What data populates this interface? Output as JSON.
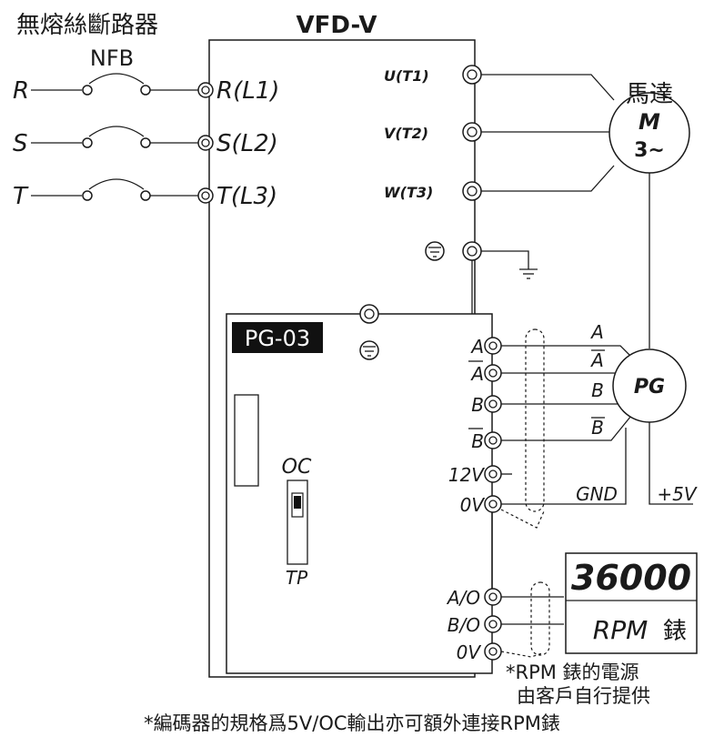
{
  "breaker": {
    "label_cn": "無熔絲斷路器",
    "label_en": "NFB"
  },
  "drive": {
    "title": "VFD-V"
  },
  "inputs": [
    {
      "line": "R",
      "terminal": "R(L1)"
    },
    {
      "line": "S",
      "terminal": "S(L2)"
    },
    {
      "line": "T",
      "terminal": "T(L3)"
    }
  ],
  "outputs": [
    {
      "terminal": "U(T1)"
    },
    {
      "terminal": "V(T2)"
    },
    {
      "terminal": "W(T3)"
    }
  ],
  "motor": {
    "label": "馬達",
    "symbol": "M",
    "phase": "3~"
  },
  "pg_card": {
    "name": "PG-03",
    "switch_top": "OC",
    "switch_bottom": "TP",
    "terminals": [
      "A",
      "A",
      "B",
      "B",
      "12V",
      "0V"
    ],
    "overlined": [
      false,
      true,
      false,
      true,
      false,
      false
    ],
    "out_terminals": [
      "A/O",
      "B/O",
      "0V"
    ]
  },
  "encoder": {
    "name": "PG",
    "signals": [
      "A",
      "A",
      "B",
      "B"
    ],
    "overlined": [
      false,
      true,
      false,
      true
    ],
    "gnd": "GND",
    "supply": "+5V"
  },
  "meter": {
    "display": "36000",
    "unit": "RPM",
    "unit_cn": "錶",
    "note_line1": "*RPM 錶的電源",
    "note_line2": "由客戶自行提供"
  },
  "footnote": "*編碼器的規格爲5V/OC輸出亦可額外連接RPM錶"
}
